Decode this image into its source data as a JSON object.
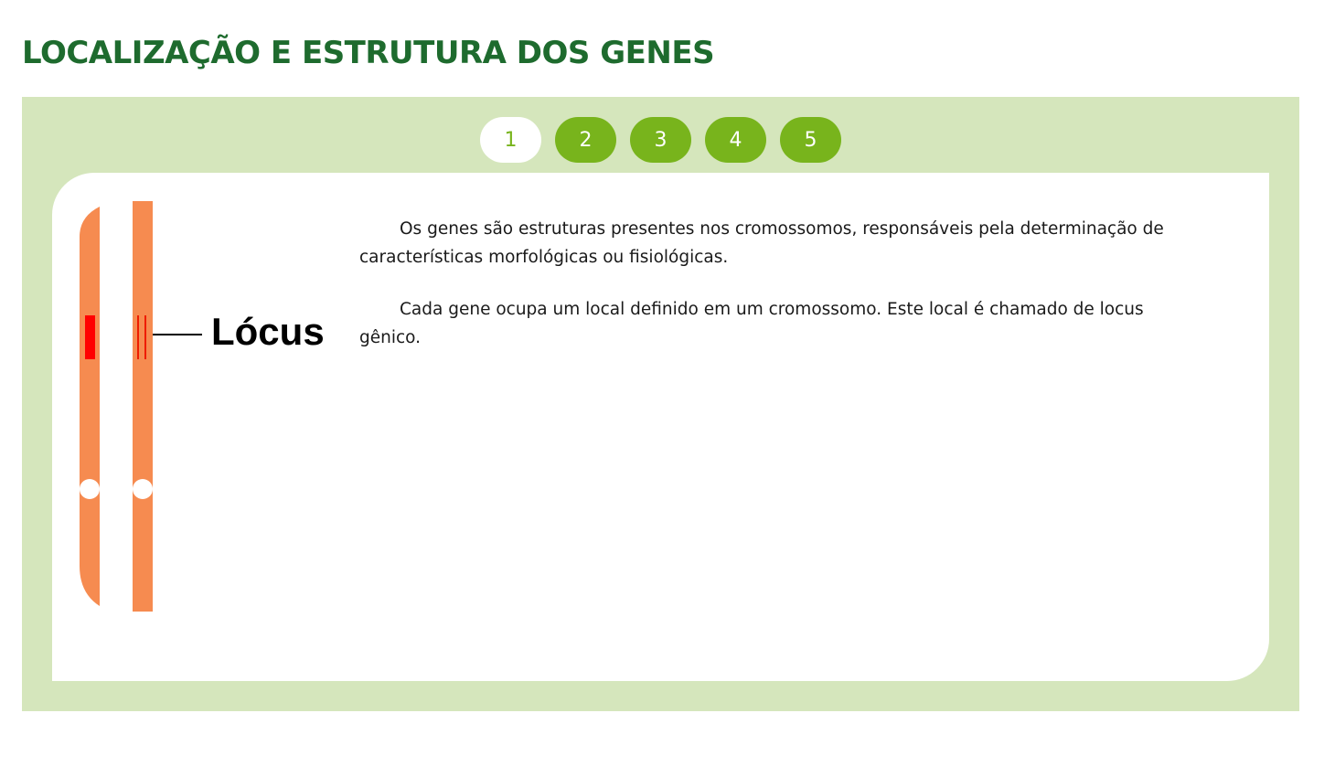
{
  "page": {
    "title": "LOCALIZAÇÃO E ESTRUTURA DOS GENES"
  },
  "pager": {
    "items": [
      {
        "label": "1",
        "active": true
      },
      {
        "label": "2",
        "active": false
      },
      {
        "label": "3",
        "active": false
      },
      {
        "label": "4",
        "active": false
      },
      {
        "label": "5",
        "active": false
      }
    ]
  },
  "figure": {
    "locus_label": "Lócus",
    "colors": {
      "chromosome": "#f68b50",
      "gene_band": "#ff0000",
      "centromere": "#ffffff"
    }
  },
  "content": {
    "paragraphs": [
      "Os genes são estruturas presentes nos cromossomos, responsáveis pela determinação de características morfológicas ou fisiológicas.",
      "Cada gene ocupa um local definido em um cromossomo. Este local é chamado de locus gênico."
    ]
  },
  "colors": {
    "title": "#1e6b2e",
    "panel_bg": "#d5e6bc",
    "pager_button": "#78b41c",
    "pager_active_bg": "#ffffff"
  }
}
